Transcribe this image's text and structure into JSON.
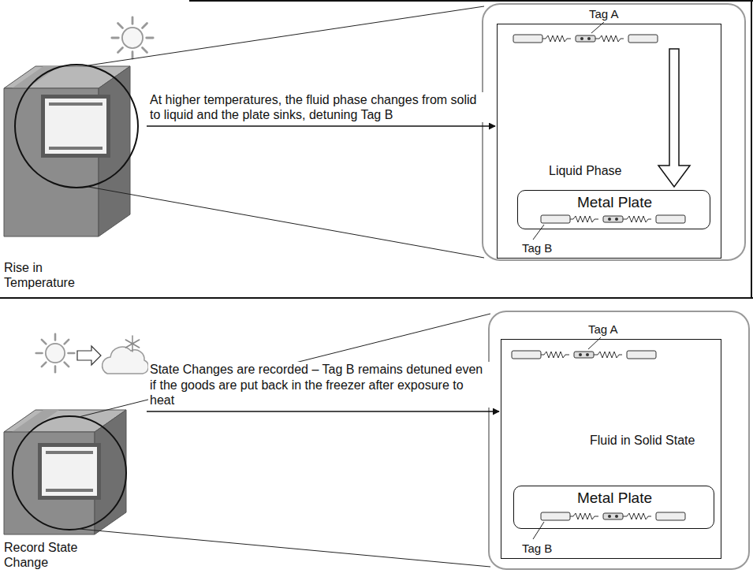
{
  "diagram": {
    "nodes": [
      {
        "text": [
          "Rise in Temperature"
        ]
      },
      {
        "text": [
          "Tag A",
          "Liquid Phase"
        ]
      },
      {
        "text": [
          "Metal Plate",
          "Tag B"
        ],
        "in": 1
      },
      {
        "text": [
          "Record State Change"
        ]
      },
      {
        "text": [
          "Tag A",
          "Fluid in Solid State"
        ]
      },
      {
        "text": [
          "Metal Plate",
          "Tag B"
        ],
        "in": 4
      }
    ],
    "edges": [
      {
        "from": 0,
        "to": 1,
        "arrow": "to",
        "label": "At higher temperatures, the fluid phase changes from solid to liquid and the plate sinks, detuning Tag B"
      },
      {
        "from": 3,
        "to": 4,
        "arrow": "to",
        "label": "State Changes are recorded – Tag B remains detuned even if the goods are put back in the freezer after exposure to heat"
      }
    ]
  }
}
